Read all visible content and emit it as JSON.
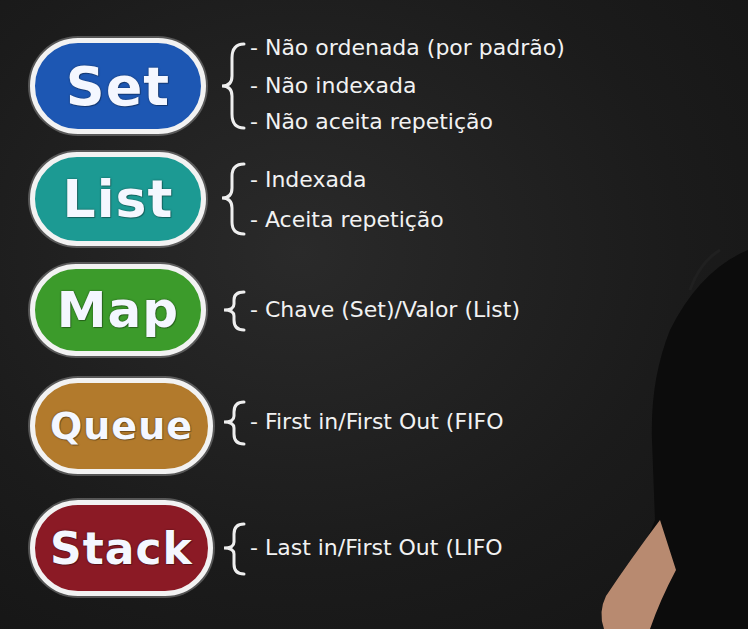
{
  "diagram": {
    "nodes": [
      {
        "text": [
          "Set"
        ]
      },
      {
        "text": [
          "List"
        ]
      },
      {
        "text": [
          "Map"
        ]
      },
      {
        "text": [
          "Queue"
        ]
      },
      {
        "text": [
          "Stack"
        ]
      }
    ],
    "labels": [
      "- Não ordenada (por padrão)",
      "- Não indexada",
      "- Não aceita repetição",
      "- Indexada",
      "- Aceita repetição",
      "- Chave (Set)/Valor (List)",
      "- First in/First Out (FIFO",
      "- Last in/First Out (LIFO"
    ]
  }
}
